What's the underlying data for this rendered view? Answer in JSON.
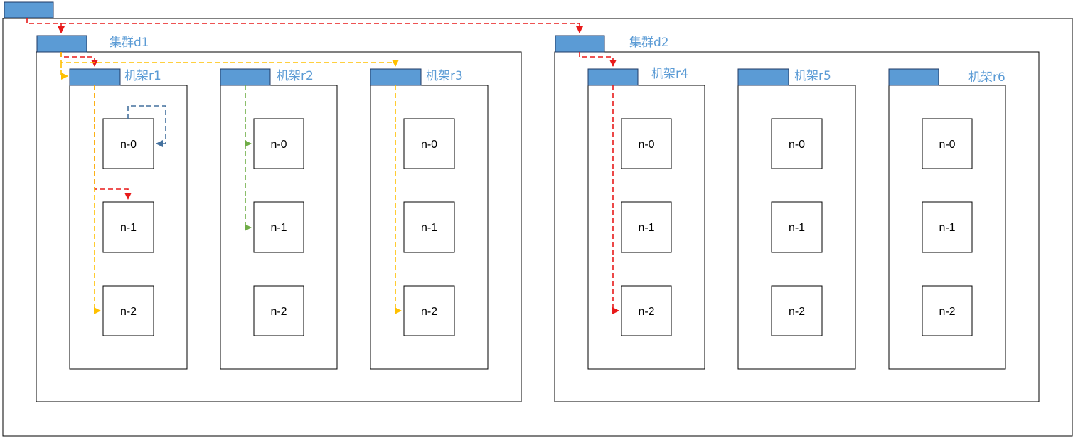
{
  "clusters": [
    {
      "label": "集群d1",
      "racks": [
        {
          "label": "机架r1",
          "nodes": [
            "n-0",
            "n-1",
            "n-2"
          ]
        },
        {
          "label": "机架r2",
          "nodes": [
            "n-0",
            "n-1",
            "n-2"
          ]
        },
        {
          "label": "机架r3",
          "nodes": [
            "n-0",
            "n-1",
            "n-2"
          ]
        }
      ]
    },
    {
      "label": "集群d2",
      "racks": [
        {
          "label": "机架r4",
          "nodes": [
            "n-0",
            "n-1",
            "n-2"
          ]
        },
        {
          "label": "机架r5",
          "nodes": [
            "n-0",
            "n-1",
            "n-2"
          ]
        },
        {
          "label": "机架r6",
          "nodes": [
            "n-0",
            "n-1",
            "n-2"
          ]
        }
      ]
    }
  ],
  "colors": {
    "tab": "#5b9bd5",
    "label": "#5b9bd5",
    "arrow_red": "#e81a1a",
    "arrow_yellow": "#ffc000",
    "arrow_green": "#70ad47",
    "arrow_blue": "#44719e"
  }
}
